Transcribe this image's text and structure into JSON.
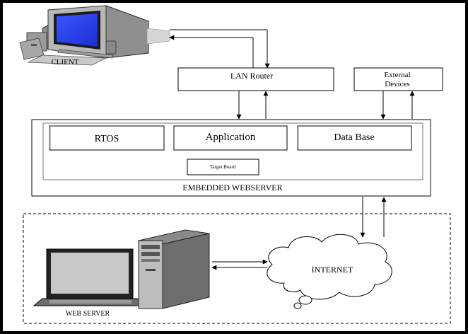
{
  "client_label": "CLIENT",
  "lan_router_label": "LAN Router",
  "external_devices_line1": "External",
  "external_devices_line2": "Devices",
  "rtos_label": "RTOS",
  "application_label": "Application",
  "database_label": "Data Base",
  "target_board_label": "Target Board",
  "embedded_webserver_label": "EMBEDDED WEBSERVER",
  "internet_label": "INTERNET",
  "web_server_label": "WEB SERVER"
}
